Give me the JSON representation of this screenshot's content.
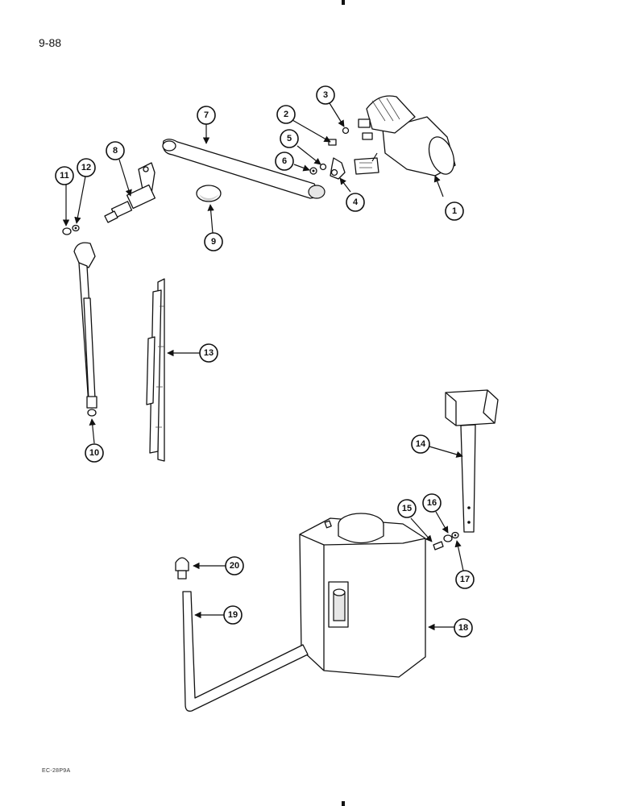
{
  "page": {
    "number": "9-88",
    "doc_code": "EC-28P9A"
  },
  "callouts": [
    "1",
    "2",
    "3",
    "4",
    "5",
    "6",
    "7",
    "8",
    "9",
    "10",
    "11",
    "12",
    "13",
    "14",
    "15",
    "16",
    "17",
    "18",
    "19",
    "20"
  ]
}
